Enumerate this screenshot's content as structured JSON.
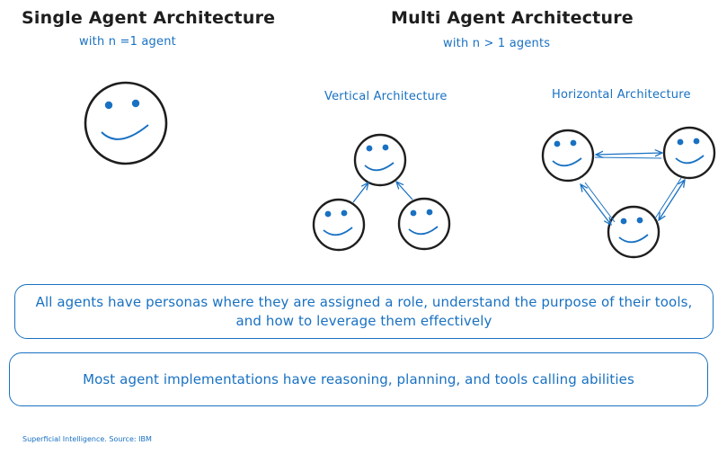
{
  "single": {
    "title": "Single Agent Architecture",
    "subtitle": "with n =1 agent"
  },
  "multi": {
    "title": "Multi Agent Architecture",
    "subtitle": "with n > 1 agents",
    "vertical_label": "Vertical Architecture",
    "horizontal_label": "Horizontal Architecture"
  },
  "notes": {
    "personas": "All agents have personas where they are assigned a role, understand the purpose of their tools, and how to leverage them effectively",
    "abilities": "Most agent implementations have reasoning, planning, and tools calling abilities"
  },
  "footer": "Superficial Intelligence. Source: IBM",
  "colors": {
    "ink": "#1e1e1e",
    "accent": "#1971c2",
    "eyes": "#1971c2"
  },
  "icons": [
    "smiley-agent-icon",
    "bidirectional-arrow-icon"
  ]
}
